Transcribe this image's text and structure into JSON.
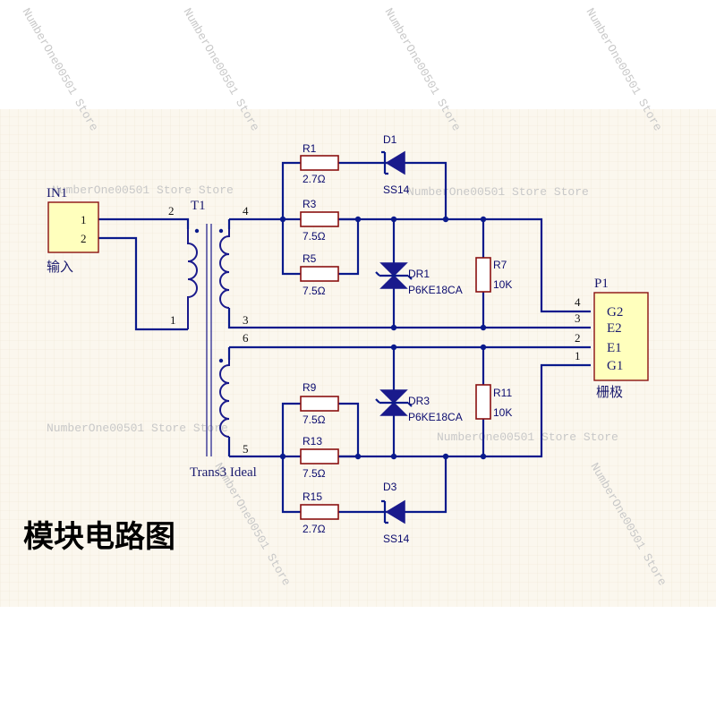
{
  "caption": "模块电路图",
  "watermarks": [
    "NumberOne00501 Store Store",
    "NumberOne00501 Store Store",
    "NumberOne00501 Store Store",
    "NumberOne00501 Store Store",
    "NumberOne00501 Store",
    "NumberOne00501 Store",
    "NumberOne00501 Store",
    "NumberOne00501 Store",
    "NumberOne00501 Store",
    "NumberOne00501 Store"
  ],
  "in1": {
    "designator": "IN1",
    "pins": [
      "1",
      "2"
    ],
    "label": "输入"
  },
  "t1": {
    "designator": "T1",
    "type": "Trans3 Ideal",
    "pins": [
      "2",
      "1",
      "4",
      "3",
      "6",
      "5"
    ]
  },
  "resistors": [
    {
      "name": "R1",
      "value": "2.7Ω"
    },
    {
      "name": "R3",
      "value": "7.5Ω"
    },
    {
      "name": "R5",
      "value": "7.5Ω"
    },
    {
      "name": "R9",
      "value": "7.5Ω"
    },
    {
      "name": "R13",
      "value": "7.5Ω"
    },
    {
      "name": "R15",
      "value": "2.7Ω"
    },
    {
      "name": "R7",
      "value": "10K"
    },
    {
      "name": "R11",
      "value": "10K"
    }
  ],
  "diodes": [
    {
      "name": "D1",
      "part": "SS14"
    },
    {
      "name": "D3",
      "part": "SS14"
    }
  ],
  "tvs": [
    {
      "name": "DR1",
      "part": "P6KE18CA"
    },
    {
      "name": "DR3",
      "part": "P6KE18CA"
    }
  ],
  "p1": {
    "designator": "P1",
    "pin_numbers": [
      "4",
      "3",
      "2",
      "1"
    ],
    "pin_names": [
      "G2",
      "E2",
      "E1",
      "G1"
    ],
    "label": "栅极"
  },
  "colors": {
    "wire": "#0a1a8c",
    "resistor_outline": "#8a1010",
    "connector_fill": "#ffffbd",
    "grid_background": "#fbf7ee"
  }
}
